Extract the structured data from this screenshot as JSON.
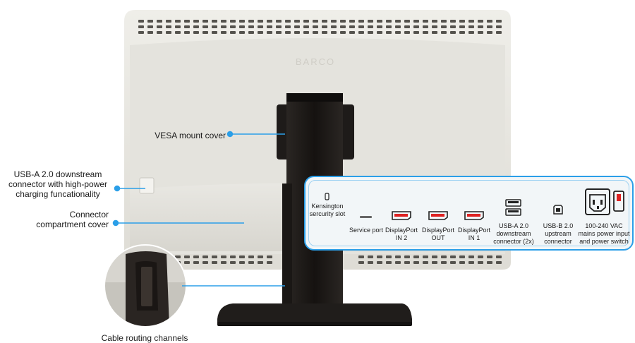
{
  "brand": "BARCO",
  "callouts": {
    "vesa_cover": "VESA mount cover",
    "usb_side_line1": "USB-A 2.0 downstream",
    "usb_side_line2": "connector with high-power",
    "usb_side_line3": "charging funcationality",
    "compartment_line1": "Connector",
    "compartment_line2": "compartment cover",
    "cable_routing": "Cable routing channels"
  },
  "ports": {
    "kensington_line1": "Kensington",
    "kensington_line2": "sercurity slot",
    "service": "Service port",
    "dp_in2_line1": "DisplayPort",
    "dp_in2_line2": "IN 2",
    "dp_out_line1": "DisplayPort",
    "dp_out_line2": "OUT",
    "dp_in1_line1": "DisplayPort",
    "dp_in1_line2": "IN 1",
    "usba_line1": "USB-A 2.0",
    "usba_line2": "downstream",
    "usba_line3": "connector (2x)",
    "usbb_line1": "USB-B 2.0",
    "usbb_line2": "upstream",
    "usbb_line3": "connector",
    "power_line1": "100-240 VAC",
    "power_line2": "mains power input",
    "power_line3": "and power switch"
  },
  "colors": {
    "accent": "#2b9fe8",
    "monitor": "#e8e7e1",
    "stand": "#1f1c1a"
  }
}
